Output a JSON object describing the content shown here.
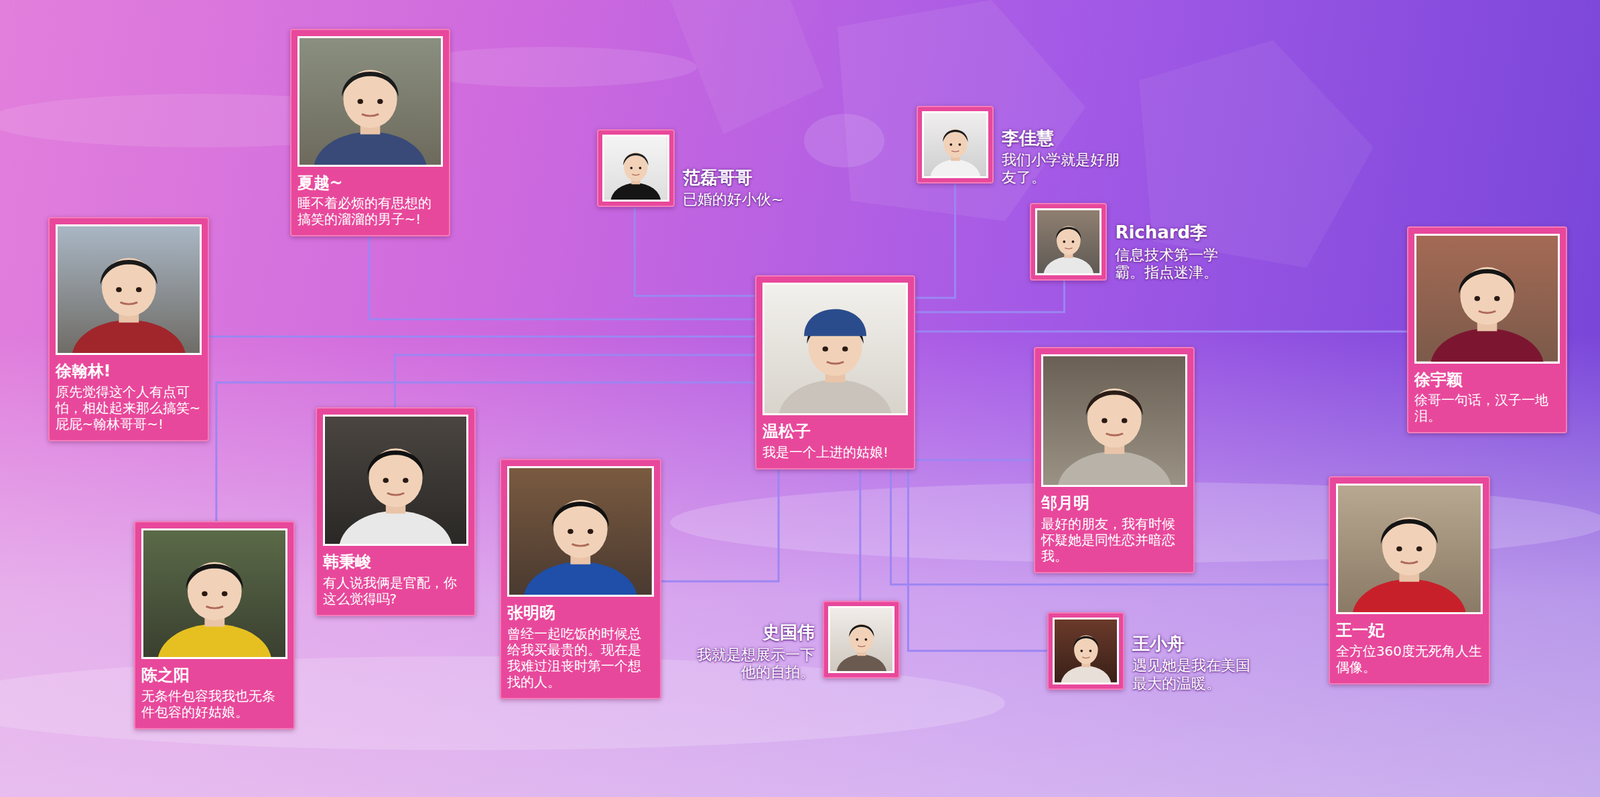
{
  "diagram": {
    "nodes": [
      {
        "text": [
          "温松子",
          "我是一个上进的姑娘!"
        ]
      },
      {
        "text": [
          "夏越~",
          "睡不着必烦的有思想的搞笑的溜溜的男子~!"
        ]
      },
      {
        "text": [
          "范磊哥哥",
          "已婚的好小伙~"
        ]
      },
      {
        "text": [
          "李佳慧",
          "我们小学就是好朋友了。"
        ]
      },
      {
        "text": [
          "Richard李",
          "信息技术第一学霸。指点迷津。"
        ]
      },
      {
        "text": [
          "徐翰林!",
          "原先觉得这个人有点可怕，相处起来那么搞笑~屁屁~翰林哥哥~!"
        ]
      },
      {
        "text": [
          "徐宇颖",
          "徐哥一句话，汉子一地泪。"
        ]
      },
      {
        "text": [
          "韩秉峻",
          "有人说我俩是官配，你这么觉得吗?"
        ]
      },
      {
        "text": [
          "邹月明",
          "最好的朋友，我有时候怀疑她是同性恋并暗恋我。"
        ]
      },
      {
        "text": [
          "张明旸",
          "曾经一起吃饭的时候总给我买最贵的。现在是我难过沮丧时第一个想找的人。"
        ]
      },
      {
        "text": [
          "王一妃",
          "全方位360度无死角人生偶像。"
        ]
      },
      {
        "text": [
          "陈之阳",
          "无条件包容我我也无条件包容的好姑娘。"
        ]
      },
      {
        "text": [
          "史国伟",
          "我就是想展示一下他的自拍。"
        ]
      },
      {
        "text": [
          "王小舟",
          "遇见她是我在美国最大的温暖。"
        ]
      }
    ],
    "edges": [
      {
        "from": 0,
        "to": 1,
        "arrow": "none"
      },
      {
        "from": 0,
        "to": 2,
        "arrow": "none"
      },
      {
        "from": 0,
        "to": 3,
        "arrow": "none"
      },
      {
        "from": 0,
        "to": 4,
        "arrow": "none"
      },
      {
        "from": 0,
        "to": 5,
        "arrow": "none"
      },
      {
        "from": 0,
        "to": 6,
        "arrow": "none"
      },
      {
        "from": 0,
        "to": 7,
        "arrow": "none"
      },
      {
        "from": 0,
        "to": 8,
        "arrow": "none"
      },
      {
        "from": 0,
        "to": 9,
        "arrow": "none"
      },
      {
        "from": 0,
        "to": 10,
        "arrow": "none"
      },
      {
        "from": 0,
        "to": 11,
        "arrow": "none"
      },
      {
        "from": 0,
        "to": 12,
        "arrow": "none"
      },
      {
        "from": 0,
        "to": 13,
        "arrow": "none"
      }
    ]
  }
}
